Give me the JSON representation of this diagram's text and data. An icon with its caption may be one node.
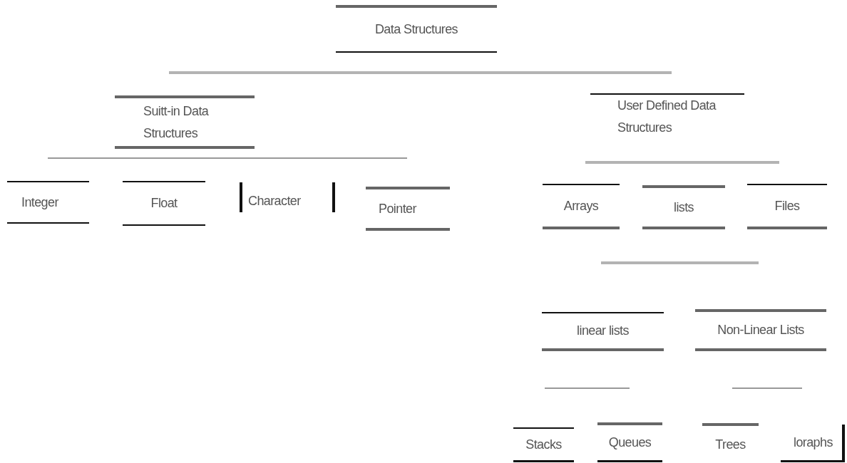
{
  "diagram": {
    "nodes": [
      {
        "text": [
          "Data Structures"
        ]
      },
      {
        "text": [
          "Suitt-in Data Structures"
        ]
      },
      {
        "text": [
          "User Defined Data Structures"
        ]
      },
      {
        "text": [
          "Integer"
        ]
      },
      {
        "text": [
          "Float"
        ]
      },
      {
        "text": [
          "Character"
        ]
      },
      {
        "text": [
          "Pointer"
        ]
      },
      {
        "text": [
          "Arrays"
        ]
      },
      {
        "text": [
          "lists"
        ]
      },
      {
        "text": [
          "Files"
        ]
      },
      {
        "text": [
          "linear lists"
        ]
      },
      {
        "text": [
          "Non-Linear Lists"
        ]
      },
      {
        "text": [
          "Stacks"
        ]
      },
      {
        "text": [
          "Queues"
        ]
      },
      {
        "text": [
          "Trees"
        ]
      },
      {
        "text": [
          "loraphs"
        ]
      }
    ]
  }
}
